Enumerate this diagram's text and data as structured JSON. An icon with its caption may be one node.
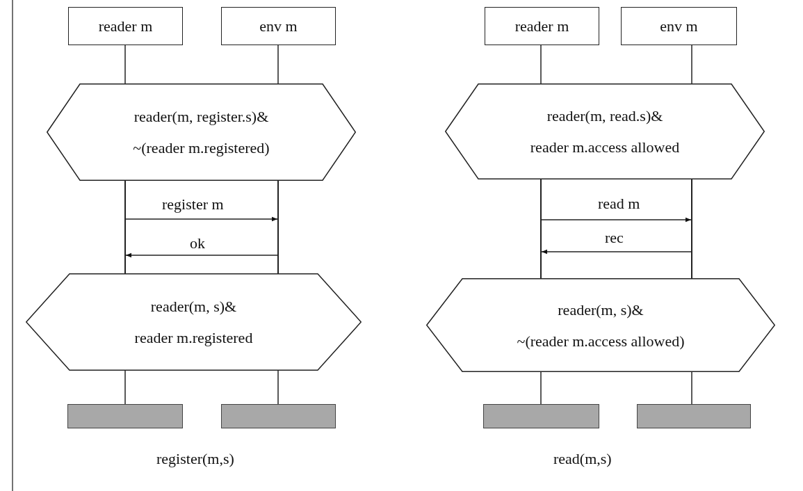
{
  "diagram": {
    "nodes": [
      {
        "text": [
          "reader m"
        ]
      },
      {
        "text": [
          "env m"
        ]
      },
      {
        "text": [
          "reader(m, register.s)&",
          "~(reader m.registered)"
        ]
      },
      {
        "text": [],
        "shape": "line"
      },
      {
        "text": [],
        "shape": "line"
      },
      {
        "text": [
          "reader(m, s)&",
          "reader m.registered"
        ]
      },
      {
        "text": [],
        "shape": "bar"
      },
      {
        "text": [],
        "shape": "bar"
      },
      {
        "text": [
          "reader m"
        ]
      },
      {
        "text": [
          "env m"
        ]
      },
      {
        "text": [
          "reader(m, read.s)&",
          "reader m.access allowed"
        ]
      },
      {
        "text": [],
        "shape": "line"
      },
      {
        "text": [],
        "shape": "line"
      },
      {
        "text": [
          "reader(m, s)&",
          "~(reader m.access allowed)"
        ]
      },
      {
        "text": [],
        "shape": "bar"
      },
      {
        "text": [],
        "shape": "bar"
      }
    ],
    "edges": [
      {
        "from": 0,
        "to": 2,
        "arrow": "none"
      },
      {
        "from": 1,
        "to": 2,
        "arrow": "none"
      },
      {
        "from": 3,
        "to": 4,
        "arrow": "to",
        "label": "register m"
      },
      {
        "from": 4,
        "to": 3,
        "arrow": "to",
        "label": "ok"
      },
      {
        "from": 5,
        "to": 6,
        "arrow": "none"
      },
      {
        "from": 5,
        "to": 7,
        "arrow": "none"
      },
      {
        "from": 8,
        "to": 10,
        "arrow": "none"
      },
      {
        "from": 9,
        "to": 10,
        "arrow": "none"
      },
      {
        "from": 11,
        "to": 12,
        "arrow": "to",
        "label": "read m"
      },
      {
        "from": 12,
        "to": 11,
        "arrow": "to",
        "label": "rec"
      },
      {
        "from": 13,
        "to": 14,
        "arrow": "none"
      },
      {
        "from": 13,
        "to": 15,
        "arrow": "none"
      }
    ],
    "labels": [
      "register(m,s)",
      "read(m,s)"
    ]
  }
}
